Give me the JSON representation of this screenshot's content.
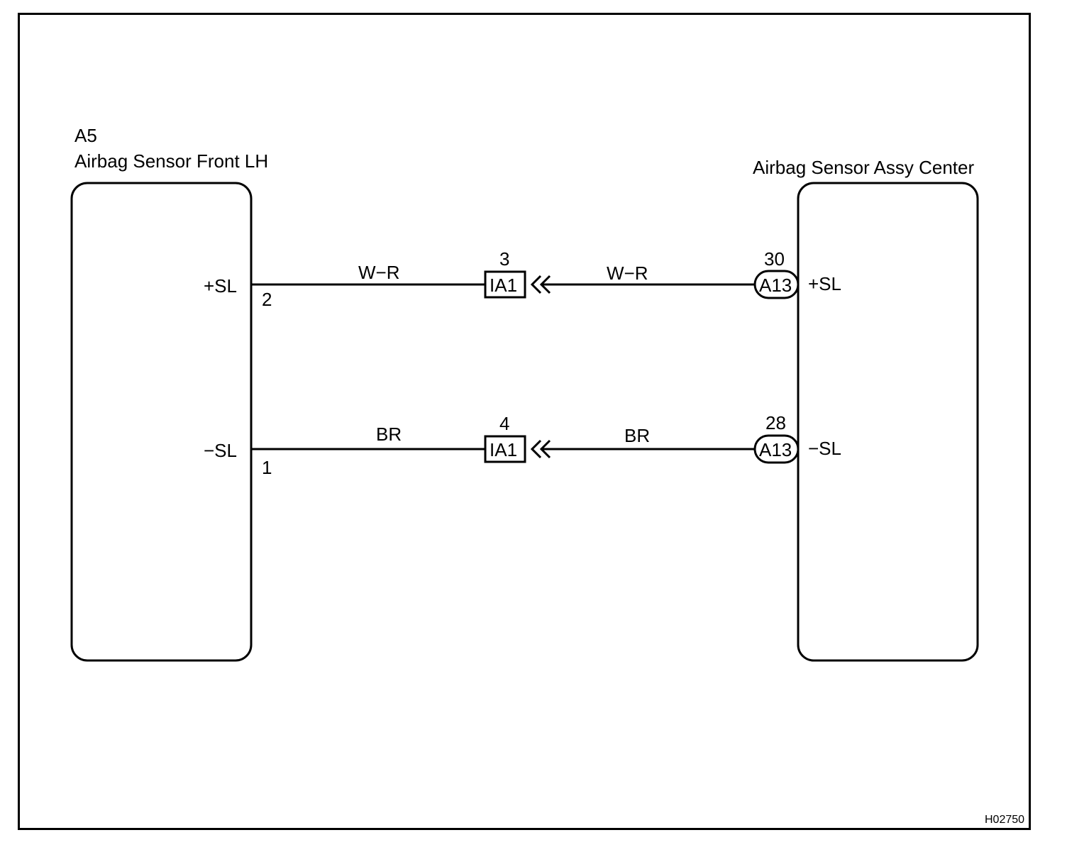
{
  "left_component": {
    "code": "A5",
    "name": "Airbag Sensor Front LH",
    "pins": [
      {
        "label": "+SL",
        "number": "2"
      },
      {
        "label": "−SL",
        "number": "1"
      }
    ]
  },
  "right_component": {
    "name": "Airbag Sensor Assy Center",
    "pins": [
      {
        "label": "+SL",
        "connector": "A13",
        "number": "30"
      },
      {
        "label": "−SL",
        "connector": "A13",
        "number": "28"
      }
    ]
  },
  "junctions": [
    {
      "connector": "IA1",
      "number": "3",
      "wire_left": "W−R",
      "wire_right": "W−R"
    },
    {
      "connector": "IA1",
      "number": "4",
      "wire_left": "BR",
      "wire_right": "BR"
    }
  ],
  "figure_code": "H02750"
}
